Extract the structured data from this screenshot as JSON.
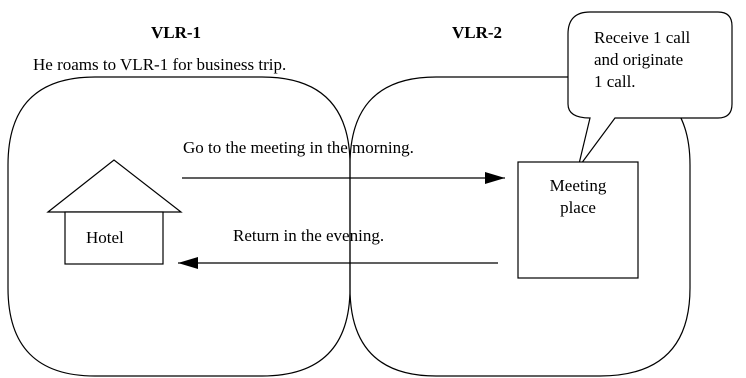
{
  "regions": {
    "vlr1": {
      "title": "VLR-1"
    },
    "vlr2": {
      "title": "VLR-2"
    }
  },
  "subtitle": "He roams to VLR-1 for business trip.",
  "hotel": {
    "label": "Hotel"
  },
  "meeting": {
    "label": "Meeting\nplace"
  },
  "arrows": {
    "to_meeting": "Go to the meeting in the morning.",
    "return": "Return in the evening."
  },
  "callout": {
    "text": "Receive 1 call\nand originate\n1 call."
  }
}
